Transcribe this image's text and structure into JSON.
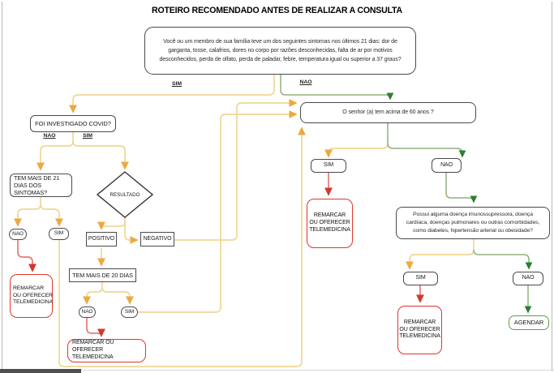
{
  "title": "ROTEIRO RECOMENDADO ANTES DE REALIZAR A CONSULTA",
  "labels": {
    "sim": "SIM",
    "nao": "NAO"
  },
  "nodes": {
    "symptoms_question": "Você ou um membro de sua família teve um dos seguintes sintomas nos últimos 21 dias: dor de garganta, tosse, calafrios, dores no corpo por razões desconhecidas, falta de ar por motivos desconhecidos, perda de olfato, perda de paladar, febre, temperatura igual ou superior a 37 graus?",
    "covid_investigated": "FOI INVESTIGADO COVID?",
    "more_than_21_days": "TEM MAIS DE 21 DIAS DOS SINTOMAS?",
    "result": "RESULTADO",
    "positive": "POSITIVO",
    "negative": "NEGATIVO",
    "more_than_20_days": "TEM MAIS DE 20 DIAS",
    "age_question": "O senhor (a) tem acima de 60 anos ?",
    "comorbidity_question": "Possui alguma doença imunossupressora, doença cardíaca, doenças pulmonares ou outras comorbidades, como diabetes, hipertensão arterial ou obesidade?",
    "reschedule_left": "REMARCAR OU OFERECER TELEMEDICINA",
    "reschedule_bottom": "REMARCAR OU OFERECER TELEMEDICINA",
    "reschedule_age": "REMARCAR OU OFERECER TELEMEDICINA",
    "reschedule_comorbidity": "REMARCAR OU OFERECER TELEMEDICINA",
    "schedule": "AGENDAR"
  },
  "colors": {
    "connector_yellow": "#efd795",
    "connector_green": "#8fb07e",
    "connector_red": "#e57b74",
    "arrow_yellow": "#eda93f",
    "arrow_green": "#2f7d32",
    "arrow_red": "#cf3a2e",
    "danger_border": "#e0352b",
    "success_border": "#5c9e4a",
    "node_border": "#4a4a4a"
  }
}
